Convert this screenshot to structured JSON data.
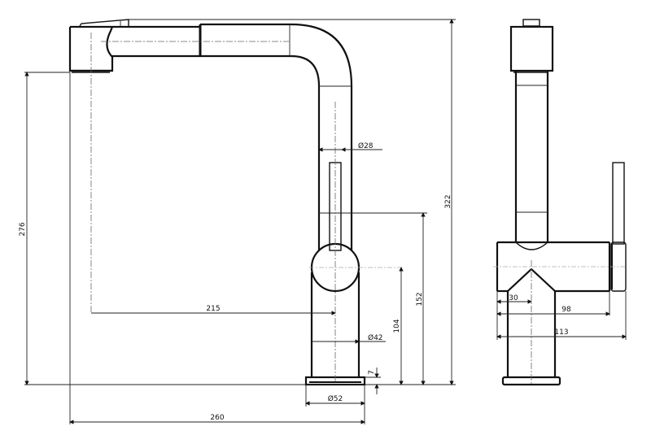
{
  "drawing": {
    "subject": "Pull-out kitchen faucet technical drawing",
    "views": [
      "front-view",
      "side-view"
    ],
    "units": "mm",
    "line_color": "#111111",
    "background": "#ffffff"
  },
  "front_view": {
    "dimensions": {
      "spout_height": "276",
      "overall_height": "322",
      "spout_reach": "215",
      "overall_length": "260",
      "upper_body_diameter": "Ø28",
      "lower_body_diameter": "Ø42",
      "base_diameter": "Ø52",
      "handle_height": "152",
      "lever_axis_height": "104",
      "base_plate_height": "7"
    }
  },
  "side_view": {
    "dimensions": {
      "offset_to_axis": "30",
      "body_depth": "98",
      "overall_depth": "113"
    }
  }
}
